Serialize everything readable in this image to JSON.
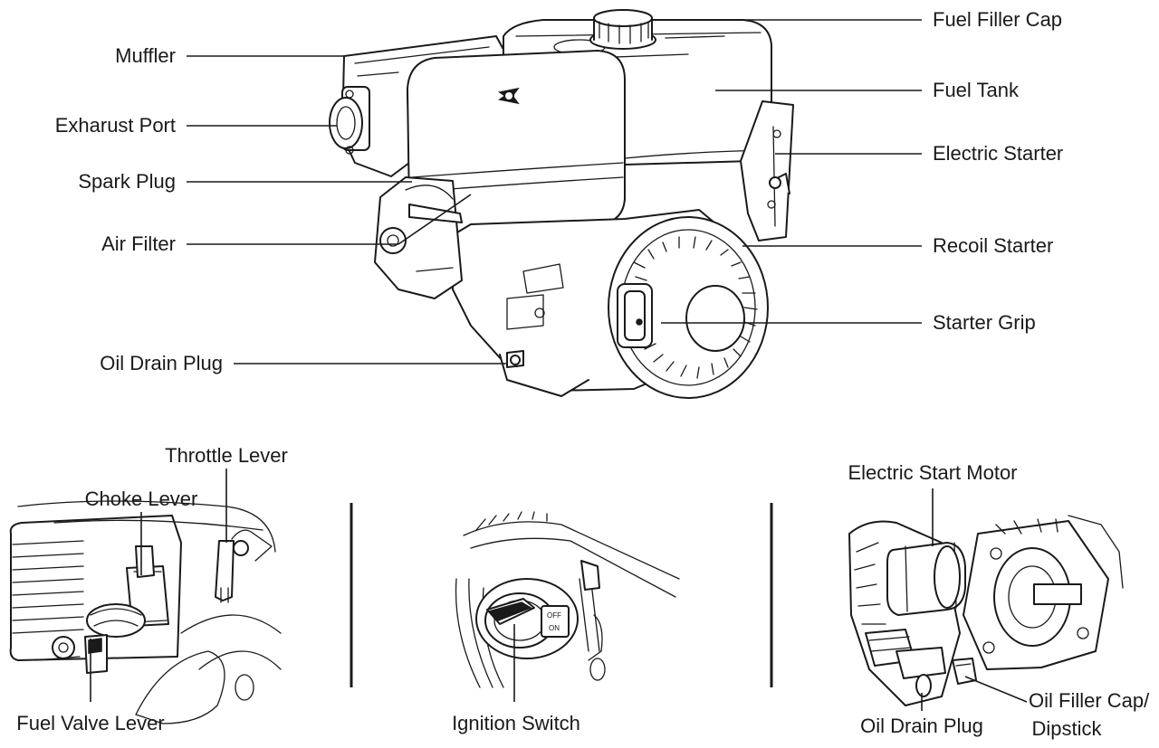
{
  "main_diagram": {
    "labels": {
      "fuel_filler_cap": "Fuel Filler Cap",
      "fuel_tank": "Fuel Tank",
      "electric_starter": "Electric Starter",
      "recoil_starter": "Recoil Starter",
      "starter_grip": "Starter Grip",
      "muffler": "Muffler",
      "exhaust_port": "Exharust Port",
      "spark_plug": "Spark Plug",
      "air_filter": "Air Filter",
      "oil_drain_plug": "Oil Drain Plug"
    }
  },
  "detail_controls": {
    "labels": {
      "throttle_lever": "Throttle Lever",
      "choke_lever": "Choke Lever",
      "fuel_valve_lever": "Fuel Valve Lever"
    }
  },
  "detail_ignition": {
    "labels": {
      "ignition_switch": "Ignition Switch",
      "off": "OFF",
      "on": "ON"
    }
  },
  "detail_motor": {
    "labels": {
      "electric_start_motor": "Electric Start Motor",
      "oil_filler_cap_line1": "Oil Filler Cap/",
      "oil_filler_cap_line2": "Dipstick",
      "oil_drain_plug": "Oil Drain Plug"
    }
  },
  "colors": {
    "ink": "#1a1a1a",
    "background": "#ffffff"
  }
}
